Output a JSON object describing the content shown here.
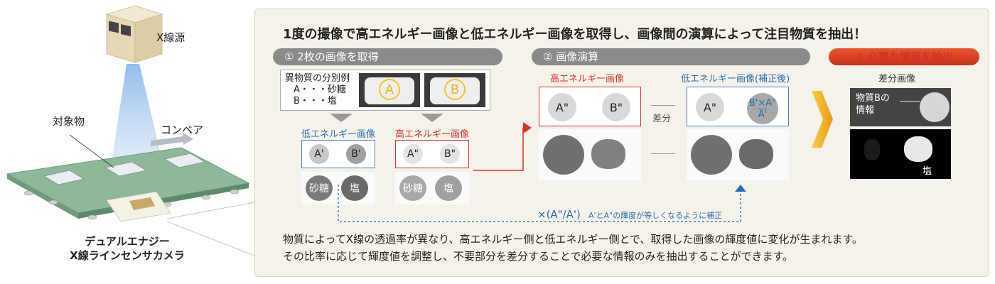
{
  "left": {
    "xray_source_label": "X線源",
    "target_label": "対象物",
    "conveyor_label": "コンベア",
    "camera_label_1": "デュアルエナジー",
    "camera_label_2": "X線ラインセンサカメラ"
  },
  "panel": {
    "headline": "1度の撮像で高エネルギー画像と低エネルギー画像を取得し、画像間の演算によって注目物質を抽出！",
    "step1": "① 2枚の画像を取得",
    "step2": "② 画像演算",
    "step3": "③ 必要な情報を抽出",
    "example": {
      "title": "異物質の分別例",
      "line_a": "A・・・砂糖",
      "line_b": "B・・・塩",
      "photo_a": "A",
      "photo_b": "B"
    },
    "step1_low_title": "低エネルギー画像",
    "step1_high_title": "高エネルギー画像",
    "a_prime": "A'",
    "b_prime": "B'",
    "a_dprime": "A\"",
    "b_dprime": "B\"",
    "sugar": "砂糖",
    "salt": "塩",
    "step2_high_title": "高エネルギー画像",
    "step2_low_title": "低エネルギー画像(補正後)",
    "diff_label": "差分",
    "b_corr_num": "B'×A\"",
    "b_corr_den": "A'",
    "correction_formula": "×(A\"/A')",
    "correction_note": "A'とA\"の輝度が等しくなるように補正",
    "step3_title": "差分画像",
    "result_label_1": "物質Bの",
    "result_label_2": "情報",
    "result_salt": "塩",
    "desc_1": "物質によってX線の透過率が異なり、高エネルギー側と低エネルギー側とで、取得した画像の輝度値に変化が生まれます。",
    "desc_2": "その比率に応じて輝度値を調整し、不要部分を差分することで必要な情報のみを抽出することができます。"
  },
  "colors": {
    "low_energy": "#2b6cb0",
    "high_energy": "#d0342a",
    "step_pill": "#8a8a8a",
    "result_pill": "#e0482a",
    "panel_bg": "#f5f2ea"
  }
}
